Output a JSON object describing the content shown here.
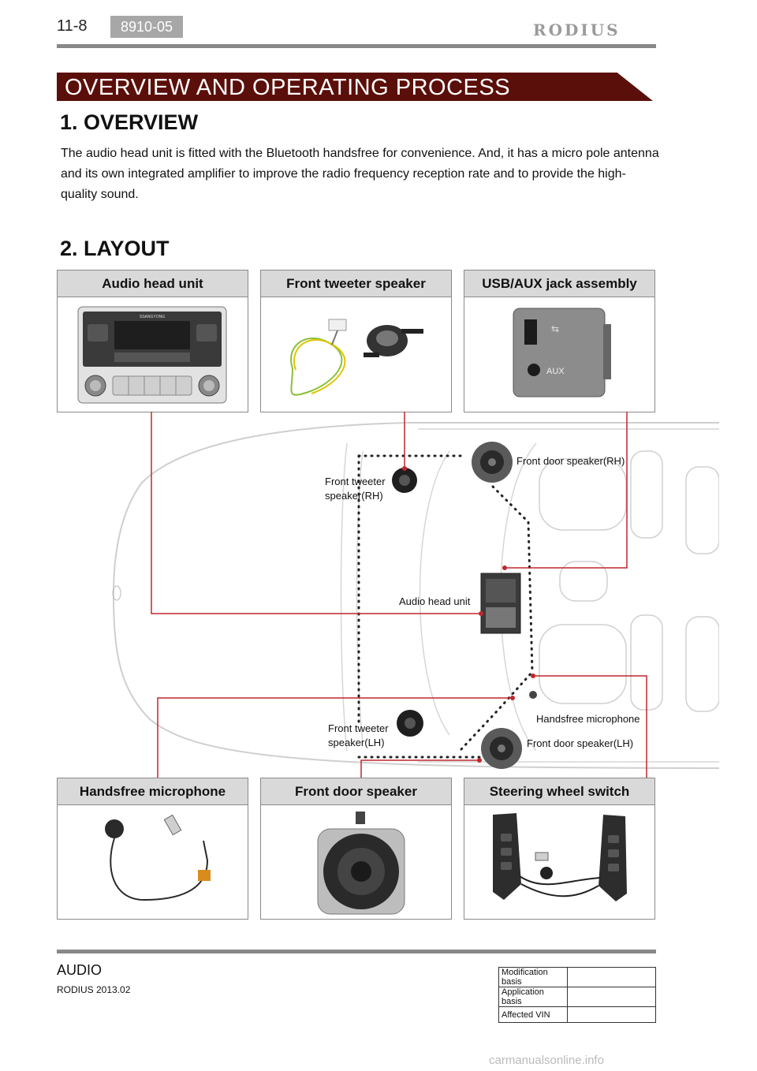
{
  "header": {
    "page_number": "11-8",
    "code": "8910-05",
    "brand": "RODIUS"
  },
  "banner": {
    "title": "OVERVIEW AND OPERATING PROCESS"
  },
  "overview": {
    "heading": "1. OVERVIEW",
    "text": "The audio head unit is fitted with the Bluetooth handsfree for convenience. And, it has a micro pole antenna and its own integrated amplifier to improve the radio frequency reception rate and to provide the high-quality sound."
  },
  "layout": {
    "heading": "2. LAYOUT",
    "cards": {
      "audio_head_unit": "Audio head unit",
      "front_tweeter_speaker": "Front tweeter speaker",
      "usb_aux": "USB/AUX jack assembly",
      "handsfree_microphone": "Handsfree microphone",
      "front_door_speaker": "Front door speaker",
      "steering_wheel_switch": "Steering wheel switch"
    },
    "product_text": {
      "radio_brand": "SSANGYONG",
      "usb_aux_label": "AUX"
    },
    "callouts": {
      "door_rh": "Front door speaker(RH)",
      "tweeter_rh_1": "Front tweeter",
      "tweeter_rh_2": "speaker(RH)",
      "audio_unit": "Audio head unit",
      "handsfree": "Handsfree microphone",
      "tweeter_lh_1": "Front tweeter",
      "tweeter_lh_2": "speaker(LH)",
      "door_lh": "Front door speaker(LH)"
    }
  },
  "footer": {
    "section": "AUDIO",
    "doc": "RODIUS 2013.02",
    "table": [
      {
        "label": "Modification basis",
        "value": ""
      },
      {
        "label": "Application basis",
        "value": ""
      },
      {
        "label": "Affected VIN",
        "value": ""
      }
    ]
  },
  "watermark": "carmanualsonline.info",
  "colors": {
    "banner": "#5b0f0a",
    "callout_line": "#c0272d"
  }
}
